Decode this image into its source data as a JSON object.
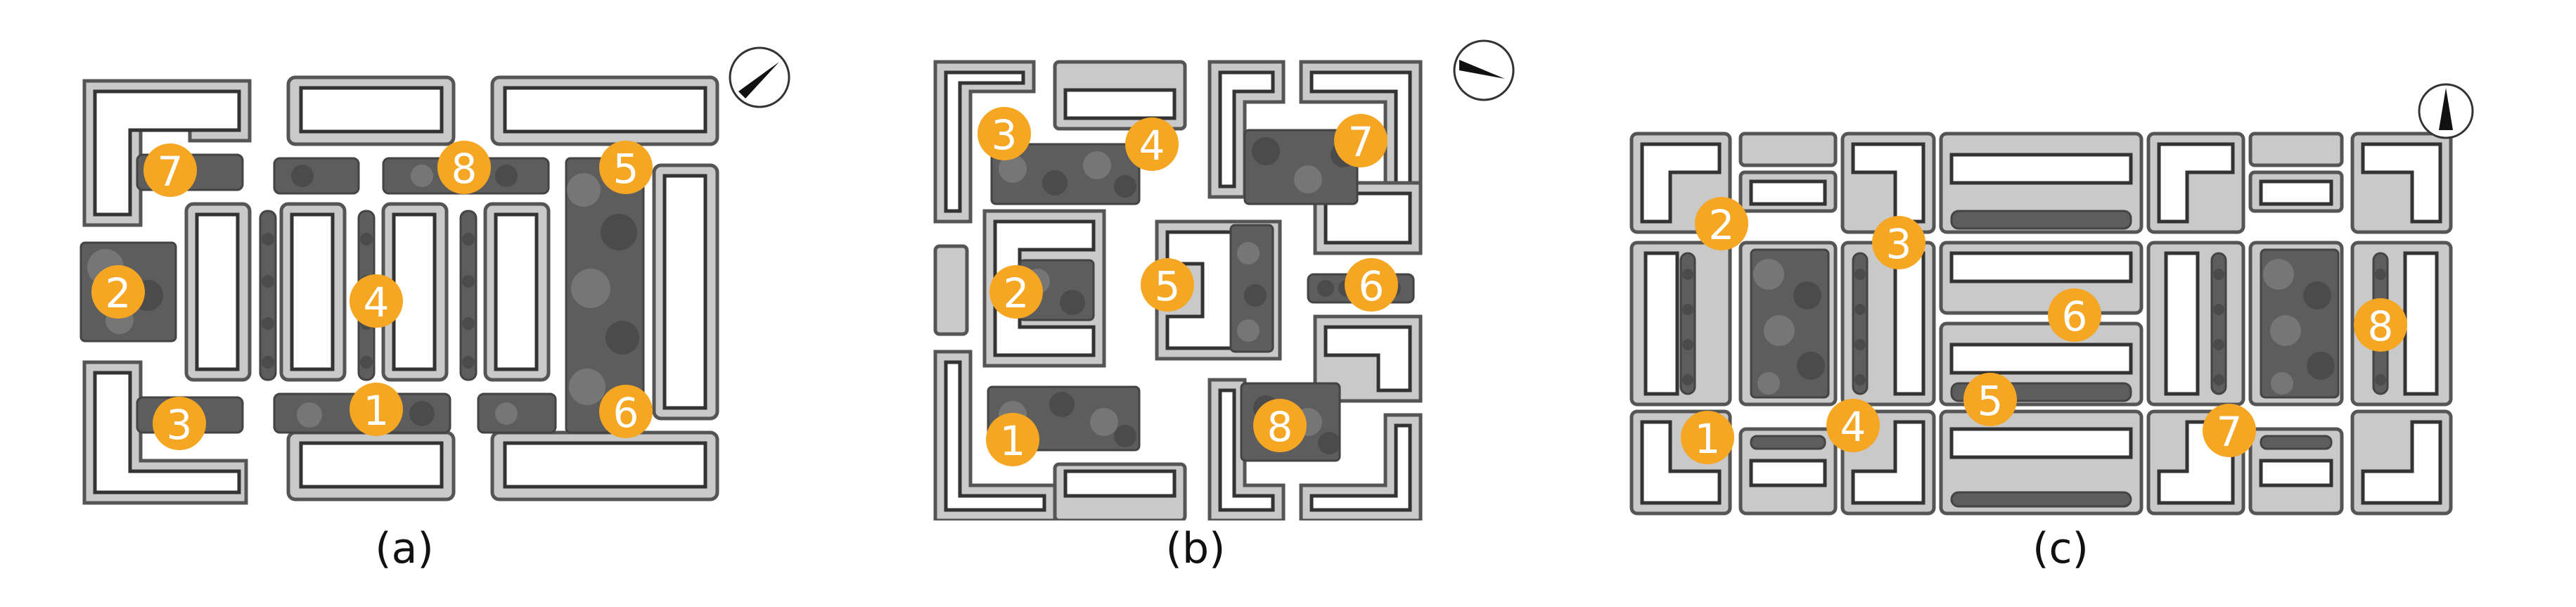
{
  "panels": [
    {
      "id": "a",
      "caption": "(a)",
      "markers": [
        "1",
        "2",
        "3",
        "4",
        "5",
        "6",
        "7",
        "8"
      ]
    },
    {
      "id": "b",
      "caption": "(b)",
      "markers": [
        "1",
        "2",
        "3",
        "4",
        "5",
        "6",
        "7",
        "8"
      ]
    },
    {
      "id": "c",
      "caption": "(c)",
      "markers": [
        "1",
        "2",
        "3",
        "4",
        "5",
        "6",
        "7",
        "8"
      ]
    }
  ],
  "colors": {
    "marker": "#f5a623",
    "green_space": "#5d5d5d",
    "building_fill": "#c9c9c9",
    "building_outline": "#555555"
  },
  "icons": {
    "compass": "north-arrow-icon"
  }
}
